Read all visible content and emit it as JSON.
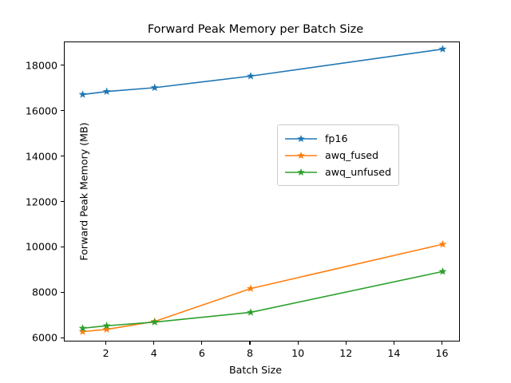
{
  "chart_data": {
    "type": "line",
    "title": "Forward Peak Memory per Batch Size",
    "xlabel": "Batch Size",
    "ylabel": "Forward Peak Memory (MB)",
    "x": [
      1,
      2,
      4,
      8,
      16
    ],
    "xlim": [
      0.25,
      16.75
    ],
    "ylim": [
      5830,
      19050
    ],
    "xticks": [
      2,
      4,
      6,
      8,
      10,
      12,
      14,
      16
    ],
    "xtick_labels": [
      "2",
      "4",
      "6",
      "8",
      "10",
      "12",
      "14",
      "16"
    ],
    "yticks": [
      6000,
      8000,
      10000,
      12000,
      14000,
      16000,
      18000
    ],
    "ytick_labels": [
      "6000",
      "8000",
      "10000",
      "12000",
      "14000",
      "16000",
      "18000"
    ],
    "grid": false,
    "legend_position": "center right",
    "marker": "star",
    "series": [
      {
        "name": "fp16",
        "color": "#1f77b4",
        "values": [
          16750,
          16880,
          17050,
          17560,
          18750
        ]
      },
      {
        "name": "awq_fused",
        "color": "#ff7f0e",
        "values": [
          6300,
          6400,
          6750,
          8200,
          10150
        ]
      },
      {
        "name": "awq_unfused",
        "color": "#2ca02c",
        "values": [
          6450,
          6560,
          6720,
          7150,
          8950
        ]
      }
    ]
  },
  "legend": {
    "entries": [
      {
        "label": "fp16"
      },
      {
        "label": "awq_fused"
      },
      {
        "label": "awq_unfused"
      }
    ]
  }
}
